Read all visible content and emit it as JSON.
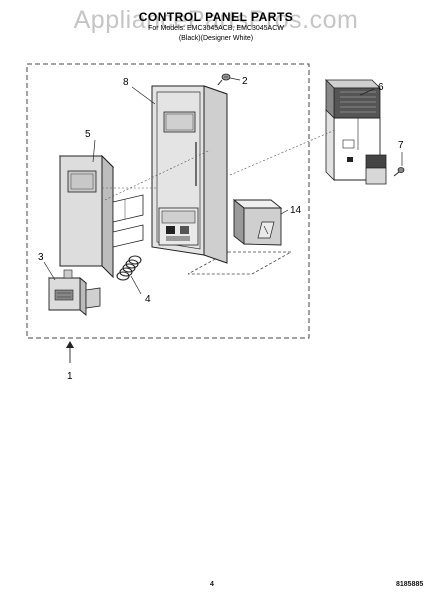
{
  "header": {
    "watermark": "AppliancePartsPros.com",
    "title": "CONTROL PANEL PARTS",
    "model_line": "For Models: EMC3045ACB, EMC3045ACW",
    "color_line": "(Black)(Designer White)"
  },
  "callouts": {
    "c1": "1",
    "c2": "2",
    "c3": "3",
    "c4": "4",
    "c5": "5",
    "c6": "6",
    "c7": "7",
    "c8": "8",
    "c14": "14"
  },
  "footer": {
    "page_number": "4",
    "doc_code": "8185885"
  }
}
